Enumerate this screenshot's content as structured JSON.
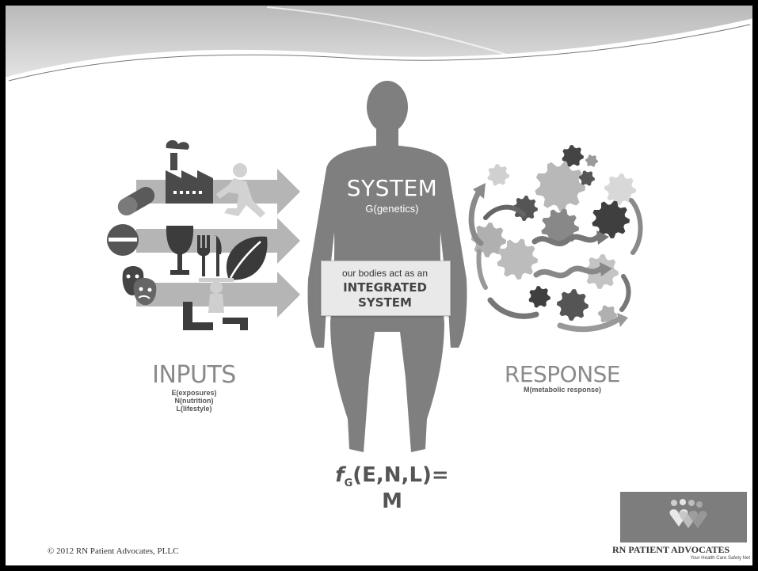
{
  "system": {
    "title": "SYSTEM",
    "subtitle": "G(genetics)",
    "integrated_line1": "our bodies act as an",
    "integrated_line2": "INTEGRATED",
    "integrated_line3": "SYSTEM"
  },
  "inputs": {
    "title": "INPUTS",
    "lines": [
      "E(exposures)",
      "N(nutrition)",
      "L(lifestyle)"
    ]
  },
  "response": {
    "title": "RESPONSE",
    "subtitle": "M(metabolic response)"
  },
  "formula": {
    "f": "f",
    "sub": "G",
    "rest": "(E,N,L)= M"
  },
  "footer": {
    "copyright": "© 2012 RN Patient Advocates, PLLC"
  },
  "logo": {
    "name": "RN PATIENT ADVOCATES",
    "tagline": "Your Health Care Safety Net"
  },
  "icons": [
    "pill-icon",
    "factory-icon",
    "runner-icon",
    "wine-glass-icon",
    "fork-knife-icon",
    "leaf-icon",
    "theater-masks-icon",
    "weightlifter-icon",
    "gear-icon",
    "cycle-arrow-icon",
    "wave-arrow-icon"
  ]
}
